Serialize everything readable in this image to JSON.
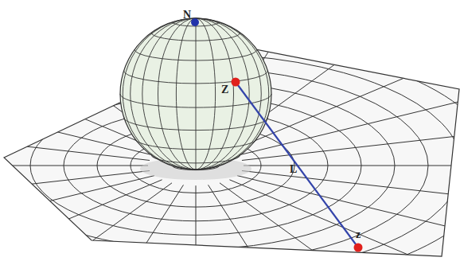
{
  "diagram": {
    "labels": [
      "N",
      "Z",
      "L",
      "z"
    ]
  }
}
